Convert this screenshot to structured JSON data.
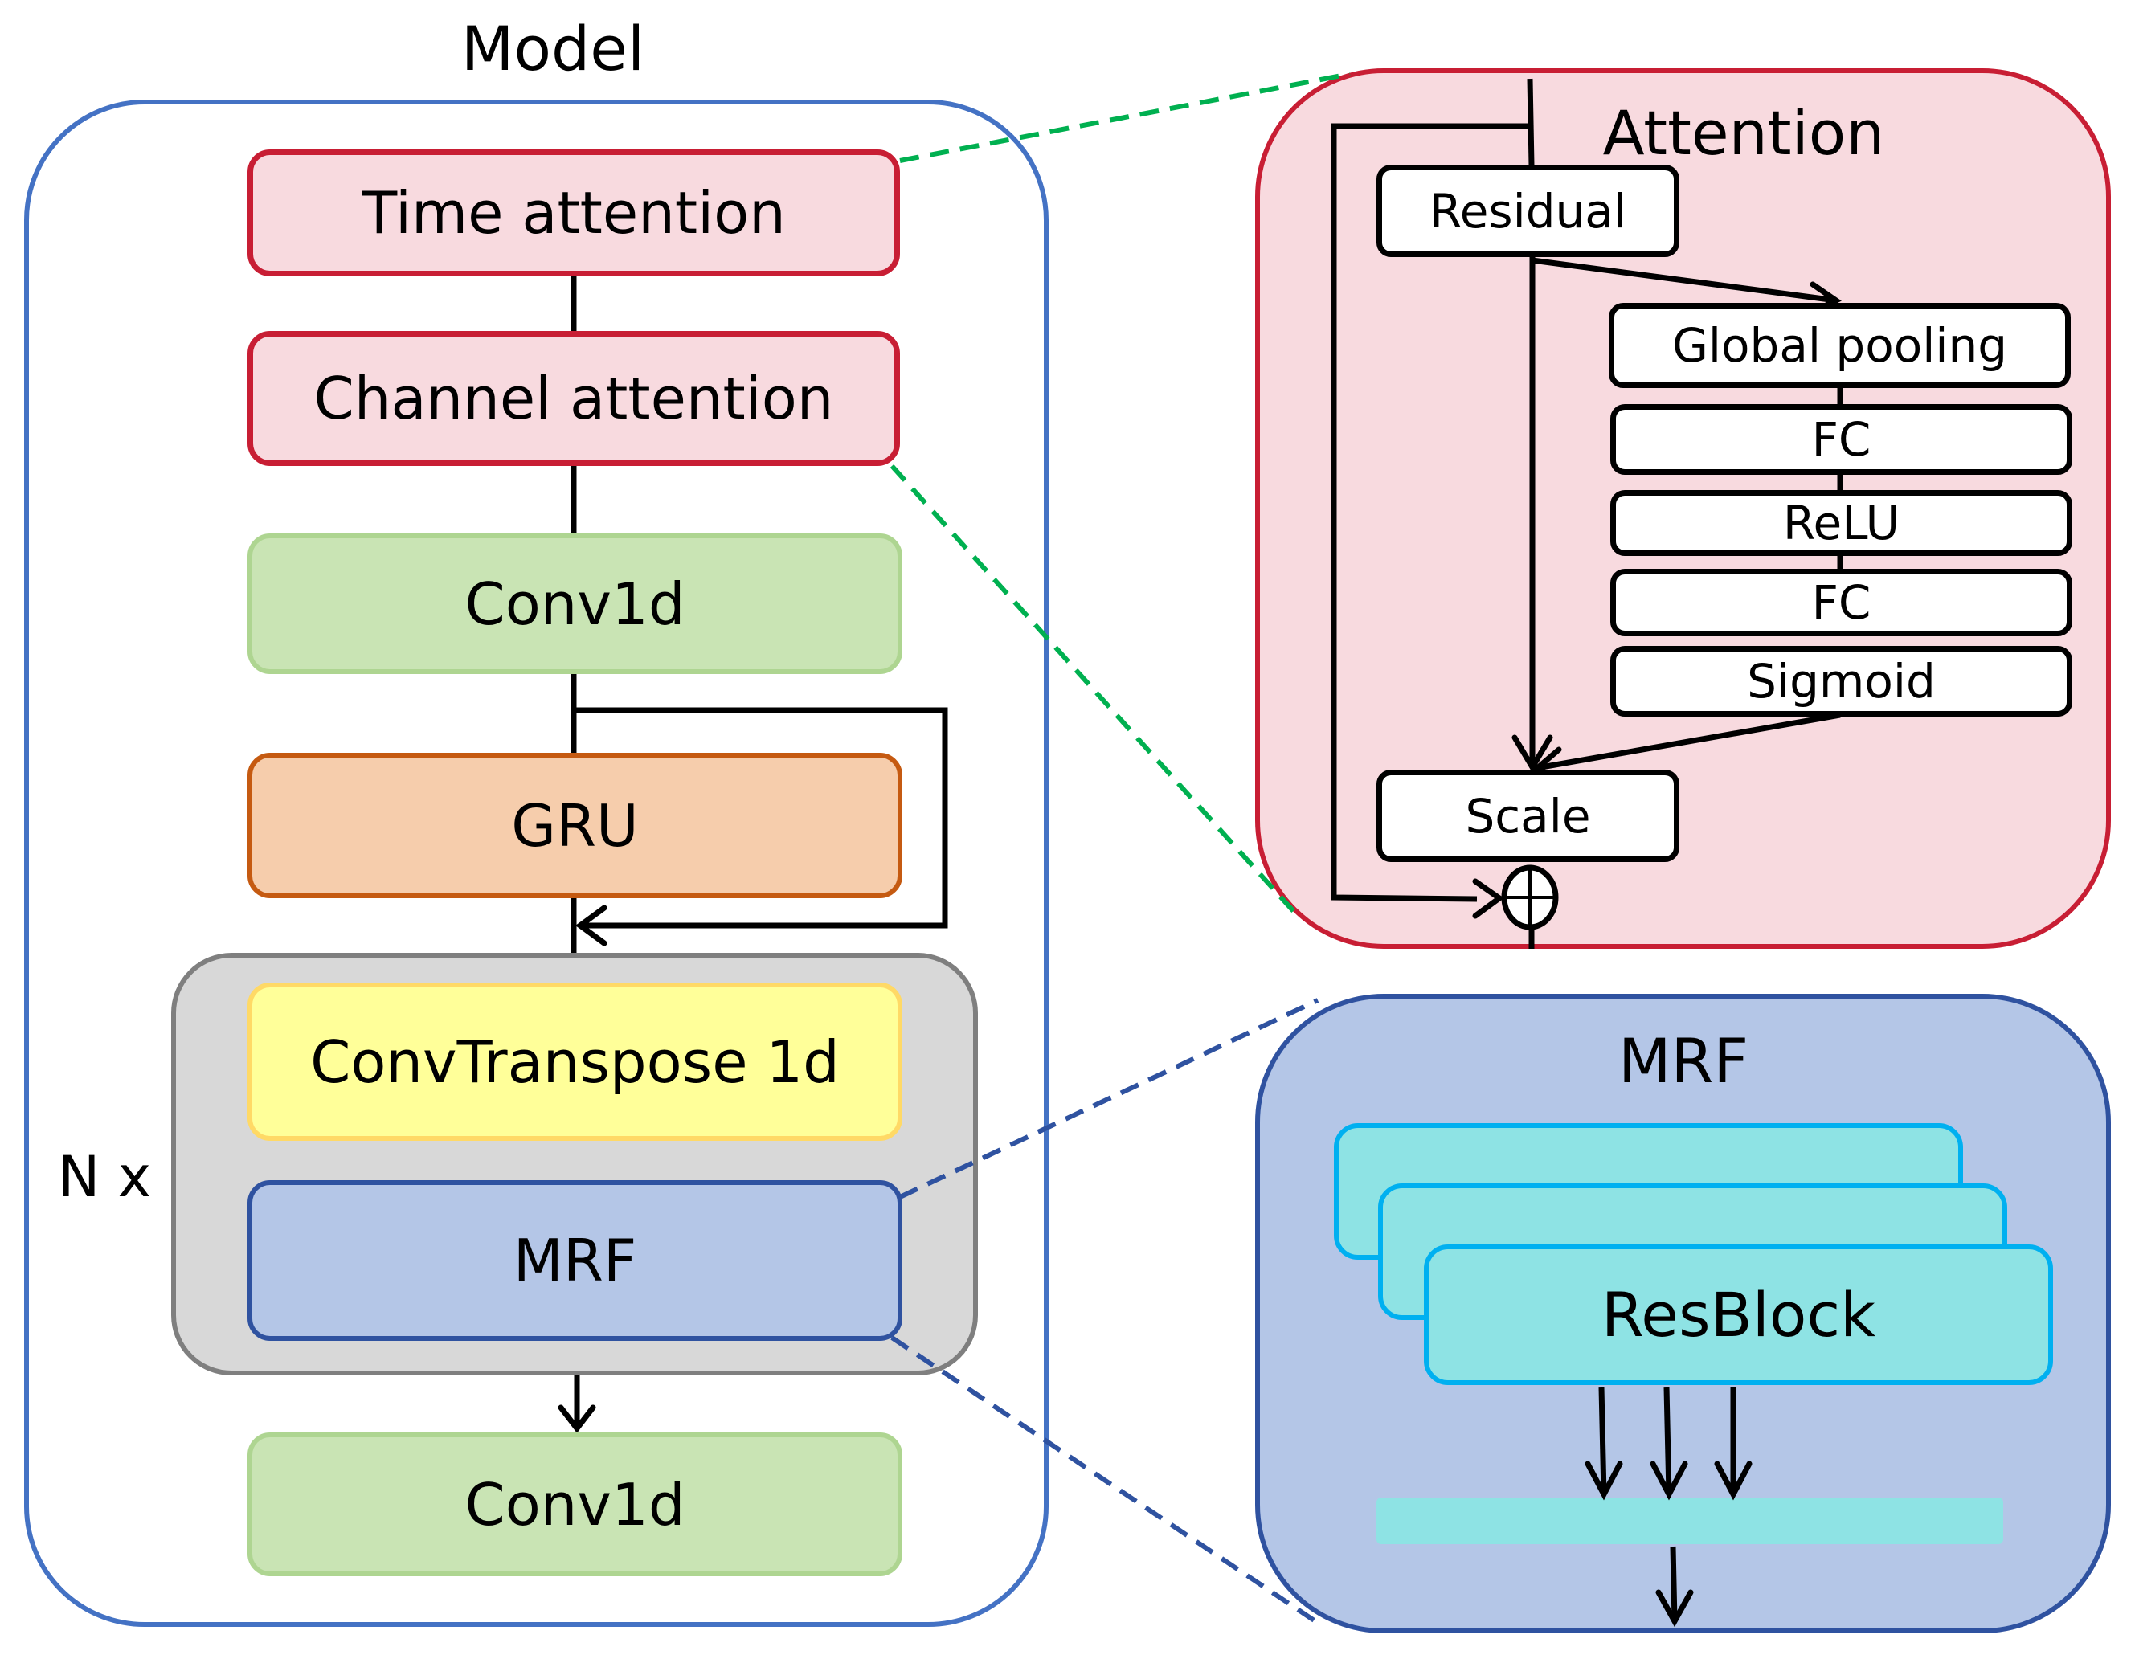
{
  "model": {
    "title": "Model",
    "blocks": [
      {
        "label": "Time attention",
        "type": "attention"
      },
      {
        "label": "Channel attention",
        "type": "attention"
      },
      {
        "label": "Conv1d",
        "type": "conv"
      },
      {
        "label": "GRU",
        "type": "recurrent"
      },
      {
        "label": "ConvTranspose 1d",
        "type": "upsample"
      },
      {
        "label": "MRF",
        "type": "mrf"
      },
      {
        "label": "Conv1d",
        "type": "conv"
      }
    ],
    "repeat_label": "N x"
  },
  "attention_detail": {
    "title": "Attention",
    "blocks": [
      "Residual",
      "Global pooling",
      "FC",
      "ReLU",
      "FC",
      "Sigmoid",
      "Scale"
    ],
    "sum_symbol": "⊕"
  },
  "mrf_detail": {
    "title": "MRF",
    "resblock_label": "ResBlock",
    "resblock_count": 3,
    "branch_arrows": 3
  },
  "colors": {
    "model_border": "#4472c4",
    "attention_fill": "#f8dadf",
    "attention_border": "#c81e34",
    "conv_fill": "#c9e4b4",
    "gru_fill": "#f6cdac",
    "convtranspose_fill": "#ffff99",
    "mrf_fill": "#b4c6e7",
    "resblock_fill": "#8ee3e4",
    "zoom_line_attention": "#00b050",
    "zoom_line_mrf": "#2f52a0"
  }
}
